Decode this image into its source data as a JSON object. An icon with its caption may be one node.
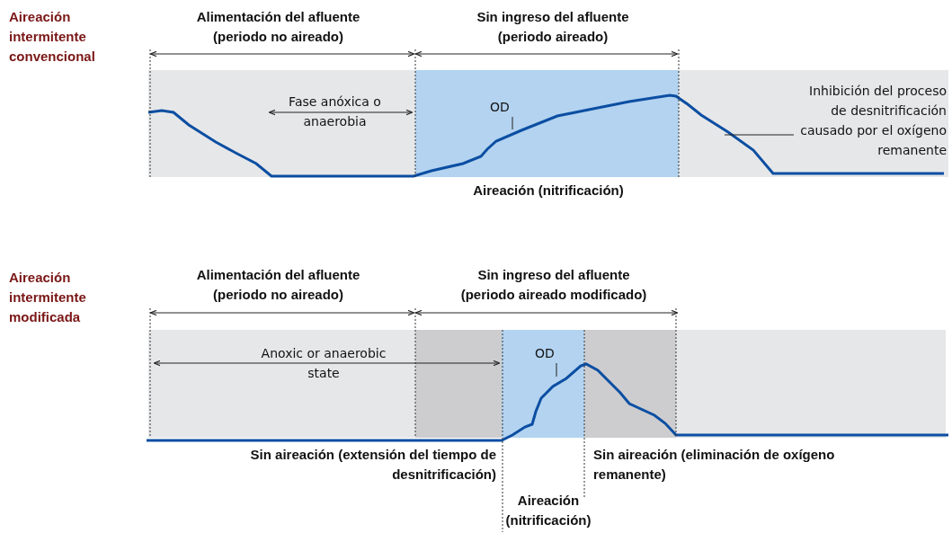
{
  "diagram": {
    "nodes": [
      {
        "text": [
          "OD"
        ]
      },
      {
        "text": [
          "Inhibición del proceso de desnitrificación causado por el oxígeno remanente"
        ]
      },
      {
        "text": [
          "OD"
        ]
      }
    ],
    "edges": [
      {
        "from": 0,
        "to": null,
        "arrow": "none"
      },
      {
        "from": 1,
        "to": null,
        "arrow": "none"
      },
      {
        "from": 2,
        "to": null,
        "arrow": "none"
      }
    ],
    "labels": [
      "Aireación intermitente convencional",
      "Alimentación del afluente (periodo no aireado)",
      "Sin ingreso del afluente (periodo aireado)",
      "Fase anóxica o anaerobia",
      "Aireación (nitrificación)",
      "Aireación intermitente modificada",
      "Alimentación del afluente (periodo no aireado)",
      "Sin ingreso del afluente (periodo aireado modificado)",
      "Anoxic or anaerobic state",
      "Sin aireación (extensión del tiempo de desnitrificación)",
      "Sin aireación (eliminación de oxígeno remanente)",
      "Aireación (nitrificación)"
    ]
  }
}
